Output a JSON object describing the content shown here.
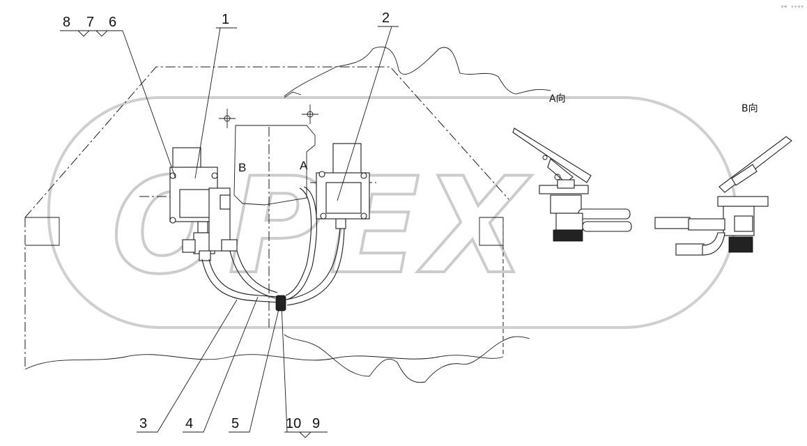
{
  "watermark": {
    "text": "OPEX"
  },
  "corner_mark": "ᵃʷ ˢᵉᵉᵉ",
  "views": {
    "view_a": "A向",
    "view_b": "B向"
  },
  "section_marks": {
    "a": "A",
    "b": "B"
  },
  "callouts": {
    "c8": "8",
    "c7": "7",
    "c6": "6",
    "c1": "1",
    "c2": "2",
    "c3": "3",
    "c4": "4",
    "c5": "5",
    "c10": "10",
    "c9": "9"
  }
}
